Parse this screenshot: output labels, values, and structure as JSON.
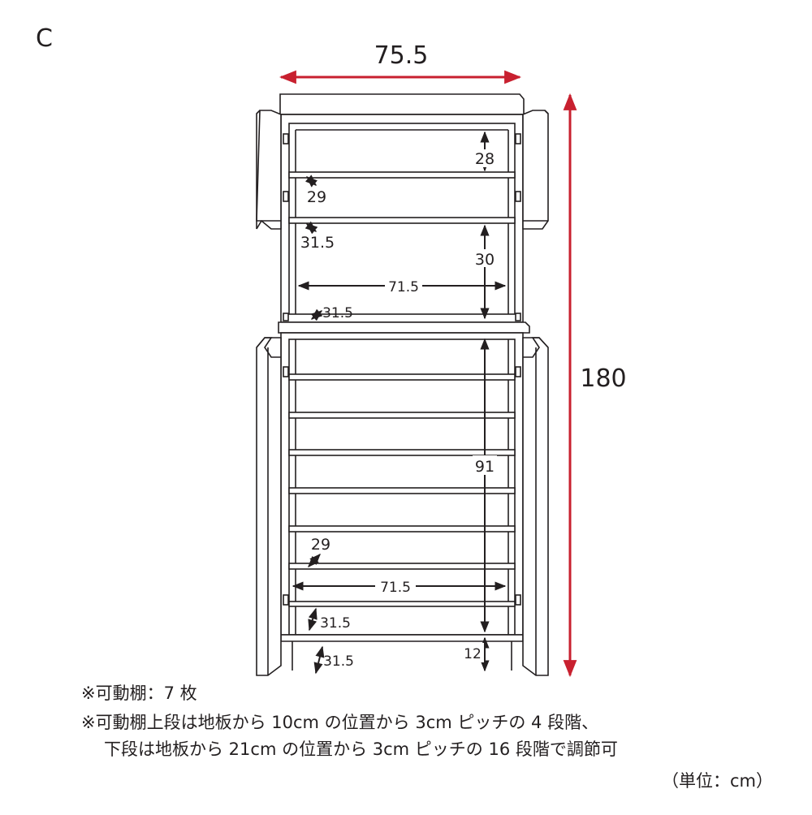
{
  "panel_letter": "C",
  "dimensions": {
    "overall_width": "75.5",
    "overall_height": "180",
    "upper_top_gap": "28",
    "upper_shelf_depth": "29",
    "upper_board_depth": "31.5",
    "upper_lower_gap": "30",
    "upper_inner_width": "71.5",
    "upper_cabinet_depth": "31.5",
    "lower_height": "91",
    "lower_shelf_depth": "29",
    "lower_inner_width": "71.5",
    "lower_cabinet_depth": "31.5",
    "base_depth": "31.5",
    "base_height": "12"
  },
  "notes": [
    "※可動棚：7 枚",
    "※可動棚上段は地板から 10cm の位置から 3cm ピッチの 4 段階、",
    "下段は地板から 21cm の位置から 3cm ピッチの 16 段階で調節可"
  ],
  "unit_label": "（単位：cm）",
  "colors": {
    "overall_dimension_arrows": "#c8202f",
    "line_art": "#231f20"
  }
}
